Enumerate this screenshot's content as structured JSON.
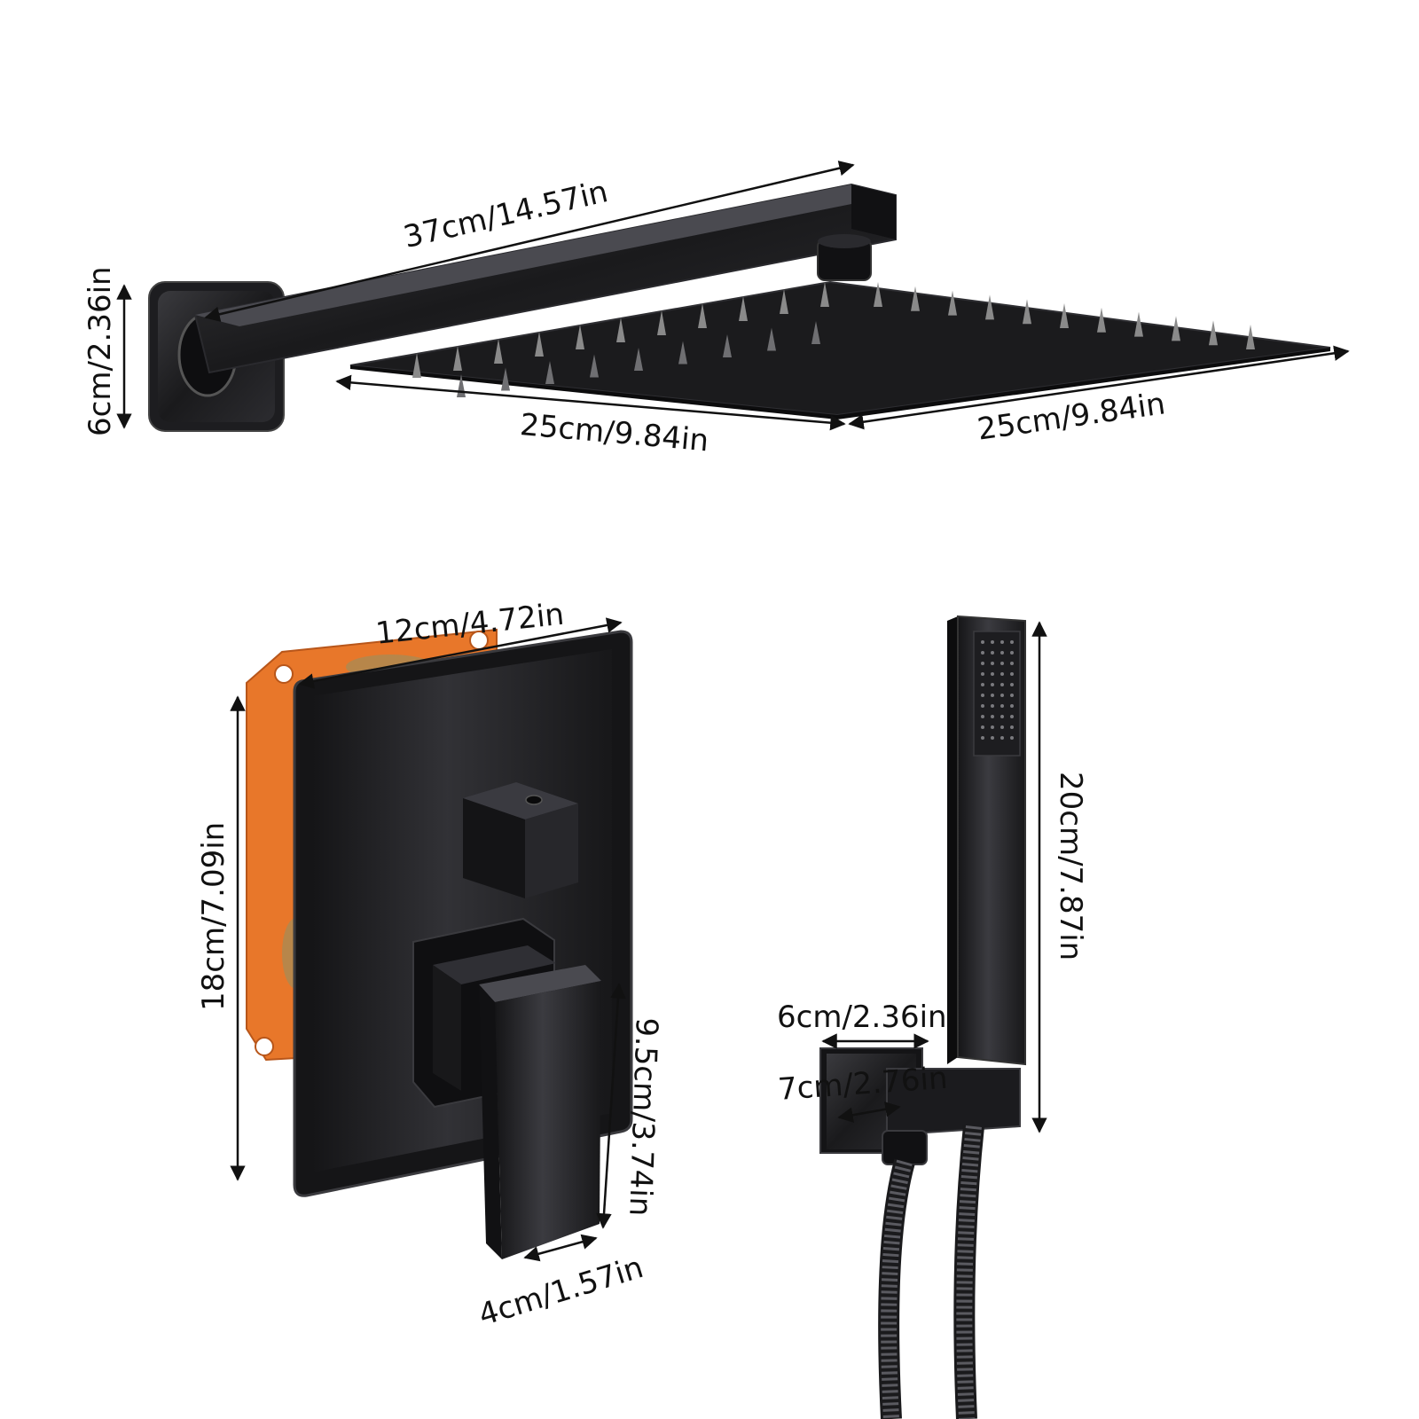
{
  "dimensions": {
    "arm_length": "37cm/14.57in",
    "flange_height": "6cm/2.36in",
    "head_width_front": "25cm/9.84in",
    "head_width_side": "25cm/9.84in",
    "valve_box_width": "12cm/4.72in",
    "valve_plate_height": "18cm/7.09in",
    "handle_height": "9.5cm/3.74in",
    "handle_width": "4cm/1.57in",
    "hand_shower_length": "20cm/7.87in",
    "holder_width": "6cm/2.36in",
    "holder_depth": "7cm/2.76in"
  },
  "colors": {
    "finish": "#1c1c1e",
    "box": "#e8772a",
    "brass": "#b7864a",
    "nozzle": "#8a8a8a"
  },
  "parts": {
    "shower_arm_icon": "shower-arm-icon",
    "rain_head_icon": "rain-shower-head-icon",
    "valve_icon": "diverter-valve-icon",
    "hand_shower_icon": "hand-shower-icon"
  }
}
